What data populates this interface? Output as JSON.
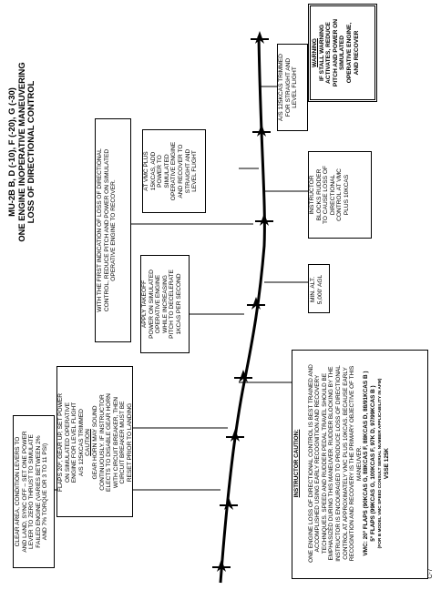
{
  "title": {
    "line1": "MU-2B B, D (-10), F (-20), G (-30)",
    "line2": "ONE ENGINE INOPERATIVE MANEUVERING",
    "line3": "LOSS OF DIRECTIONAL CONTROL"
  },
  "page_number": "C-7",
  "boxes": {
    "setup": [
      "CLEAR AREA, CONDITION LEVERS TO",
      "AND LAND, SYNC OFF – SET ONE POWER",
      "LEVER TO ZERO THRUST TO SIMULATE",
      "FAILED ENGINE (VARIES BETWEEN 2%",
      "AND 7% TORQUE OR 3 TO 11 PSI)"
    ],
    "flaps": [
      "FLAPS 20º, GEAR UP, SET POWER",
      "ON SIMULATED OPERATIVE",
      "ENGINE FOR LEVEL FLIGHT",
      "A/S 125KCAS TRIMMED"
    ],
    "caution_heading": "CAUTION",
    "caution_body": [
      "GEAR HORN MAY SOUND",
      "CONTINUOUSLY. IF INSTRUCTOR",
      "ELECTS TO DISABLE GEAR HORN",
      "WITH CIRCUIT BREAKER, THEN",
      "CIRCUIT BREAKER MUST BE",
      "RESET PRIOR TO LANDING"
    ],
    "takeoff_power": [
      "APPLY TAKEOFF",
      "POWER ON SIMULATED",
      "OPERATIVE ENGINE",
      "WHILE INCREASING",
      "PITCH TO DECELERATE",
      "1KCAS PER SECOND"
    ],
    "first_indication": [
      "WITH THE FIRST INDICATION OF LOSS OF DIRECTIONAL",
      "CONTROL, REDUCE PITCH AND POWER ON SIMULATED",
      "OPERATIVE ENGINE TO RECOVER."
    ],
    "vmc_plus": [
      "AT Vmc PLUS",
      "15KCAS, ADD",
      "POWER TO",
      "SIMULATED",
      "OPERATIVE ENGINE",
      "AND RECOVER TO",
      "STRAIGHT AND",
      "LEVEL FLIGHT"
    ],
    "min_alt": [
      "MIN. ALT.",
      "5,000' AGL"
    ],
    "instructor_block": [
      "INSTRUCTOR",
      "BLOCKS RUDDER",
      "TO CAUSE LOSS OF",
      "DIRECTIONAL",
      "CONTROL AT Vmc",
      "PLUS 10KCAS"
    ],
    "trimmed": [
      "A/S 125KCAS TRIMMED",
      "FOR STRAIGHT AND",
      "LEVEL FLIGHT"
    ],
    "warning_heading": "WARNING",
    "warning_body": [
      "IF STALL WARNING",
      "ACTIVATES, REDUCE",
      "PITCH AND POWER ON",
      "SIMULATED",
      "OPERATIVE ENGINE,",
      "AND RECOVER"
    ],
    "instructor_caution_heading": "INSTRUCTOR CAUTION:",
    "instructor_caution_body": [
      "ONE ENGINE LOSS OF DIRECTIONAL CONTROL IS BEST TRAINED AND",
      "ACCOMPLISHED USING EARLY RECOGNITION AND RECOVERY",
      "TECHNIQUES. SPEED AND RUDDER PEDAL TRAVEL SHOULD BE",
      "EMPHASIZED DURING THIS MANEUVER. RUDDER BLOCKING BY THE",
      "INSTRUCTOR IS ENCOURAGED TO PRODUCE LOSS OF DIRECTIONAL",
      "CONTROL AT APPROXIMATELY Vmc PLUS 10KCAS. BECAUSE EARLY",
      "RECOGNITION AND RECOVERY IS THE PRIMARY OBJECTIVE OF THIS",
      "MANEUVER."
    ],
    "vmc_line1": "Vmc: 20º FLAPS (90KCAS G, 88KCAS F, 88KCAS D, 88/91KCAS B )",
    "vmc_line2": "5º FLAPS (99KCAS G, 100KCAS F, 97K D, 97/99KCAS B )",
    "vmc_line3": "(FOR B MODEL Vmc SPEED CONSULT SERIAL NUMBER APPLICABILITY IN AFM)",
    "vmc_line4": "Vsse 125K"
  }
}
